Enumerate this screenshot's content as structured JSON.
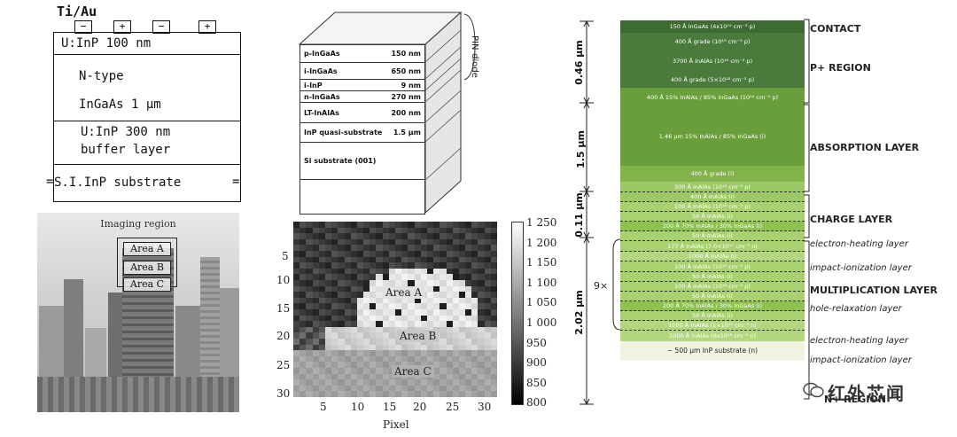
{
  "sketch": {
    "title": "Ti/Au",
    "contacts": [
      "−",
      "+",
      "−",
      "+"
    ],
    "layers": [
      {
        "line1": "U:InP    100   nm",
        "line2": ""
      },
      {
        "line1": "N-type",
        "line2": "InGaAs   1 μm"
      },
      {
        "line1": "U:InP 300 nm",
        "line2": "buffer layer"
      },
      {
        "line1": "S.I.InP   substrate",
        "line2": ""
      }
    ]
  },
  "block": {
    "side_label": "PIN-diode",
    "layers": [
      {
        "name": "p-InGaAs",
        "thick": "150 nm"
      },
      {
        "name": "i-InGaAs",
        "thick": "650 nm"
      },
      {
        "name": "i-InP",
        "thick": "9 nm"
      },
      {
        "name": "n-InGaAs",
        "thick": "270 nm"
      },
      {
        "name": "LT-InAlAs",
        "thick": "200 nm"
      },
      {
        "name": "InP quasi-substrate",
        "thick": "1.5 μm"
      },
      {
        "name": "Si substrate (001)",
        "thick": ""
      }
    ]
  },
  "photo": {
    "caption": "Imaging region",
    "areas": [
      "Area A",
      "Area B",
      "Area C"
    ]
  },
  "heatmap": {
    "xlabel": "Pixel",
    "xticks": [
      "5",
      "10",
      "15",
      "20",
      "25",
      "30"
    ],
    "yticks": [
      "5",
      "10",
      "15",
      "20",
      "25",
      "30"
    ],
    "areas": [
      "Area A",
      "Area B",
      "Area C"
    ],
    "colorbar_ticks": [
      "1 250",
      "1 200",
      "1 150",
      "1 100",
      "1 050",
      "1 000",
      "950",
      "900",
      "850",
      "800"
    ]
  },
  "epi": {
    "layers": [
      {
        "text": "150 Å InGaAs (4x10¹⁹ cm⁻³ p)",
        "color": "#3e6b32"
      },
      {
        "text": "400 Å grade (10¹⁹ cm⁻³ p)",
        "color": "#4a7a3c"
      },
      {
        "text": "3700 Å InAlAs (10¹⁹ cm⁻³ p)",
        "color": "#4a7a3c"
      },
      {
        "text": "400 Å grade (5×10¹⁸ cm⁻³ p)",
        "color": "#4a7a3c"
      },
      {
        "text": "400 Å 15% InAlAs / 85% InGaAs (10¹⁶ cm⁻³ p)",
        "color": "#6a9e3a"
      },
      {
        "text": "1.46 μm 15% InAlAs / 85% InGaAs (i)",
        "color": "#6a9e3a"
      },
      {
        "text": "400 Å grade (i)",
        "color": "#82b24a"
      },
      {
        "text": "300 Å InAlAs (10¹⁸ cm⁻³ p)",
        "color": "#9cc865"
      },
      {
        "text": "400 Å InAlAs (i)",
        "color": "#9cc865"
      },
      {
        "text": "100 Å InAlAs (10¹⁸ cm⁻³ p)",
        "color": "#a9d16f"
      },
      {
        "text": "50 Å InAlAs (i)",
        "color": "#a9d16f"
      },
      {
        "text": "200 Å 70% InAlAs / 30% InGaAs (i)",
        "color": "#8cc24d"
      },
      {
        "text": "50 Å InAlAs (i)",
        "color": "#a9d16f"
      },
      {
        "text": "177 Å InAlAs (7.0×10¹⁷ cm⁻³ n)",
        "color": "#a9d16f"
      },
      {
        "text": "1000 Å InAlAs (i)",
        "color": "#b3d77e"
      },
      {
        "text": "100 Å InAlAs (10¹⁸ cm⁻³ p)",
        "color": "#a9d16f"
      },
      {
        "text": "50 Å InAlAs (i)",
        "color": "#a9d16f"
      },
      {
        "text": "100 Å InAlAs (10¹⁸ cm⁻³ p)",
        "color": "#a9d16f"
      },
      {
        "text": "50 Å InAlAs (i)",
        "color": "#a9d16f"
      },
      {
        "text": "200 Å 70% InAlAs / 30% InGaAs (i)",
        "color": "#8cc24d"
      },
      {
        "text": "50 Å InAlAs (i)",
        "color": "#a9d16f"
      },
      {
        "text": "1000 Å InAlAs (1×10¹⁸ cm⁻³ n)",
        "color": "#b3d77e"
      },
      {
        "text": "1000 Å InAlAs (8x10¹⁸ cm⁻³ n)",
        "color": "#b3d77e"
      },
      {
        "text": "~ 500 μm InP substrate  (n)",
        "color": "#f0f3e2"
      }
    ],
    "dims": [
      "0.46 μm",
      "1.5 μm",
      "0.11 μm",
      "2.02 μm"
    ],
    "repeat": "9×",
    "tags": {
      "contact": "CONTACT",
      "pregion": "P+ REGION",
      "absorption": "ABSORPTION LAYER",
      "charge": "CHARGE LAYER",
      "eheat1": "electron-heating layer",
      "impact1": "impact-ionization layer",
      "mult": "MULTIPLICATION LAYER",
      "hole": "hole-relaxation layer",
      "eheat2": "electron-heating layer",
      "impact2": "impact-ionization layer",
      "nregion": "N+ REGION"
    },
    "watermark": "红外芯闻"
  }
}
